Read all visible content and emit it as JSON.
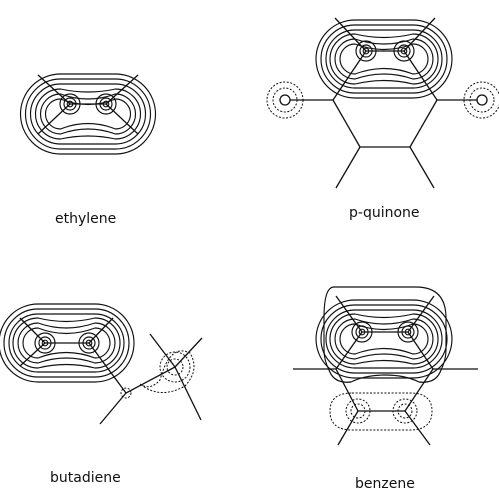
{
  "panels": [
    {
      "id": "ethylene",
      "label": "ethylene"
    },
    {
      "id": "p-quinone",
      "label": "p-quinone"
    },
    {
      "id": "butadiene",
      "label": "butadiene"
    },
    {
      "id": "benzene",
      "label": "benzene"
    }
  ],
  "colors": {
    "ink": "#111111",
    "background": "#ffffff"
  }
}
